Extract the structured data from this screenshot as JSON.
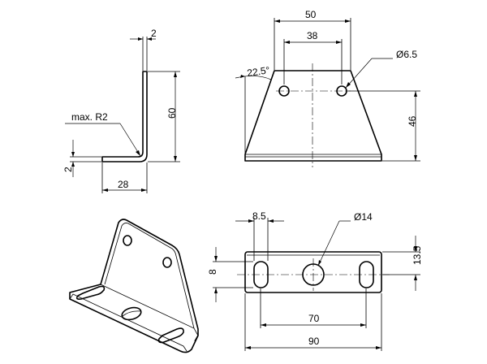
{
  "dimensions": {
    "side_thickness_top": "2",
    "side_height": "60",
    "side_bend_radius": "max. R2",
    "side_thickness_bottom": "2",
    "side_base_length": "28",
    "front_top_width": "50",
    "front_hole_spacing": "38",
    "front_angle": "22.5°",
    "front_hole_diameter": "Ø6.5",
    "front_height": "46",
    "bottom_slot_width": "8.5",
    "bottom_center_hole": "Ø14",
    "bottom_slot_height": "8",
    "bottom_depth": "13.5",
    "bottom_slot_spacing": "70",
    "bottom_total_width": "90"
  }
}
